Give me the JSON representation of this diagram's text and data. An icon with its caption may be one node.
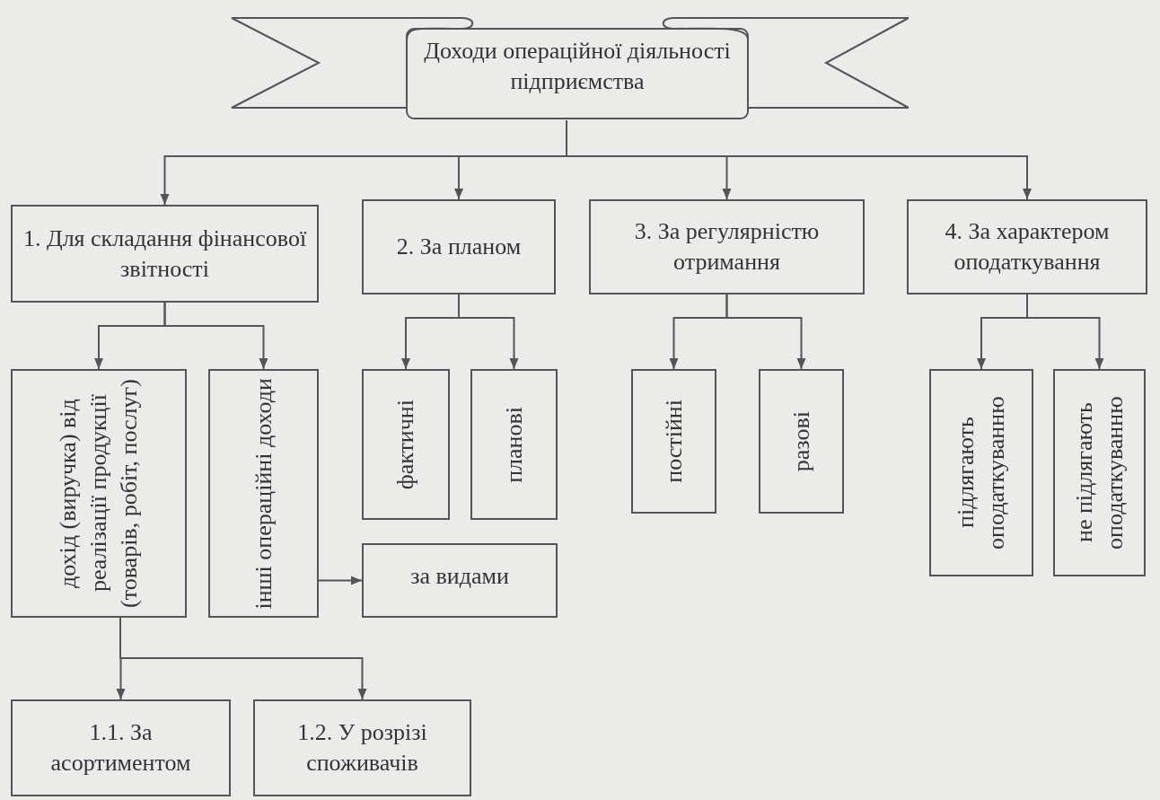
{
  "diagram": {
    "nodes": [
      {
        "text": [
          "Доходи операційної діяльності підприємства"
        ]
      },
      {
        "text": [
          "1. Для складання фінансової звітності"
        ]
      },
      {
        "text": [
          "2. За планом"
        ]
      },
      {
        "text": [
          "3. За регулярністю отримання"
        ]
      },
      {
        "text": [
          "4. За характером оподаткування"
        ]
      },
      {
        "text": [
          "дохід (виручка) від реалізації продукції (товарів, робіт, послуг)"
        ]
      },
      {
        "text": [
          "інші операційні доходи"
        ]
      },
      {
        "text": [
          "фактичні"
        ]
      },
      {
        "text": [
          "планові"
        ]
      },
      {
        "text": [
          "за видами"
        ]
      },
      {
        "text": [
          "постійні"
        ]
      },
      {
        "text": [
          "разові"
        ]
      },
      {
        "text": [
          "підлягають оподаткуванню"
        ]
      },
      {
        "text": [
          "не підлягають оподаткуванню"
        ]
      },
      {
        "text": [
          "1.1. За асортиментом"
        ]
      },
      {
        "text": [
          "1.2. У розрізі споживачів"
        ]
      }
    ],
    "edges": [
      {
        "from": 0,
        "to": 1,
        "arrow": "to"
      },
      {
        "from": 0,
        "to": 2,
        "arrow": "to"
      },
      {
        "from": 0,
        "to": 3,
        "arrow": "to"
      },
      {
        "from": 0,
        "to": 4,
        "arrow": "to"
      },
      {
        "from": 1,
        "to": 5,
        "arrow": "to"
      },
      {
        "from": 1,
        "to": 6,
        "arrow": "to"
      },
      {
        "from": 2,
        "to": 7,
        "arrow": "to"
      },
      {
        "from": 2,
        "to": 8,
        "arrow": "to"
      },
      {
        "from": 3,
        "to": 10,
        "arrow": "to"
      },
      {
        "from": 3,
        "to": 11,
        "arrow": "to"
      },
      {
        "from": 4,
        "to": 12,
        "arrow": "to"
      },
      {
        "from": 4,
        "to": 13,
        "arrow": "to"
      },
      {
        "from": 6,
        "to": 9,
        "arrow": "to"
      },
      {
        "from": 5,
        "to": 14,
        "arrow": "to"
      },
      {
        "from": 5,
        "to": 15,
        "arrow": "to"
      }
    ]
  }
}
